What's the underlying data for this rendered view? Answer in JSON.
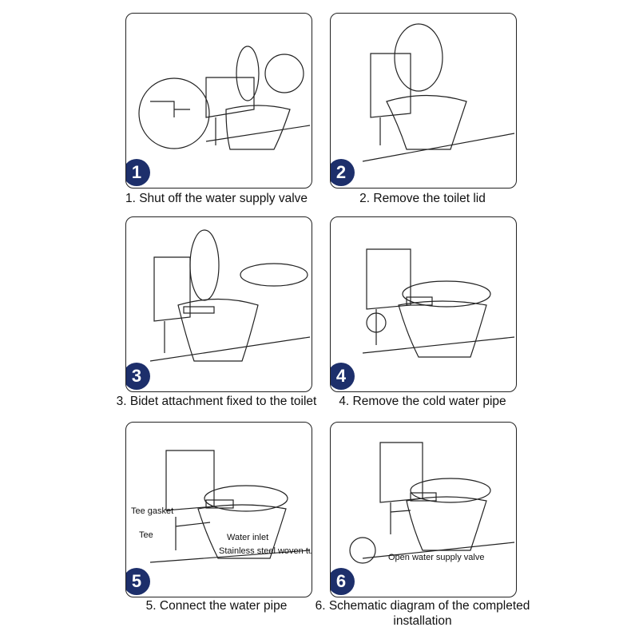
{
  "steps": [
    {
      "number": "1",
      "caption": "1. Shut off the water supply valve"
    },
    {
      "number": "2",
      "caption": "2. Remove the toilet lid"
    },
    {
      "number": "3",
      "caption": "3. Bidet attachment fixed to the toilet"
    },
    {
      "number": "4",
      "caption": "4. Remove the cold water pipe"
    },
    {
      "number": "5",
      "caption": "5. Connect the water pipe"
    },
    {
      "number": "6",
      "caption": "6. Schematic diagram of the completed installation"
    }
  ],
  "labels": {
    "tee_gasket": "Tee gasket",
    "tee": "Tee",
    "water_inlet": "Water inlet",
    "woven_tube": "Stainless steel woven tube",
    "open_valve": "Open water supply valve"
  },
  "colors": {
    "badge": "#1d2f6b",
    "line": "#222222"
  }
}
